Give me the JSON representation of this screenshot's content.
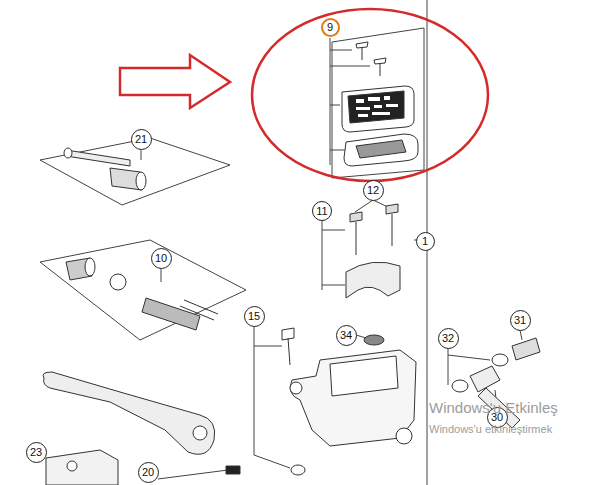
{
  "diagram": {
    "nodes": [
      {
        "text": [
          "9"
        ]
      },
      {
        "text": [
          "21"
        ]
      },
      {
        "text": [
          "12"
        ]
      },
      {
        "text": [
          "11"
        ]
      },
      {
        "text": [
          "1"
        ]
      },
      {
        "text": [
          "10"
        ]
      },
      {
        "text": [
          "15"
        ]
      },
      {
        "text": [
          "34"
        ]
      },
      {
        "text": [
          "32"
        ]
      },
      {
        "text": [
          "31"
        ]
      },
      {
        "text": [
          "30"
        ]
      },
      {
        "text": [
          "23"
        ]
      },
      {
        "text": [
          "20"
        ]
      }
    ],
    "labels": [
      "Windows'u Etkinleş",
      "Windows'u etkinleştirmek"
    ]
  }
}
